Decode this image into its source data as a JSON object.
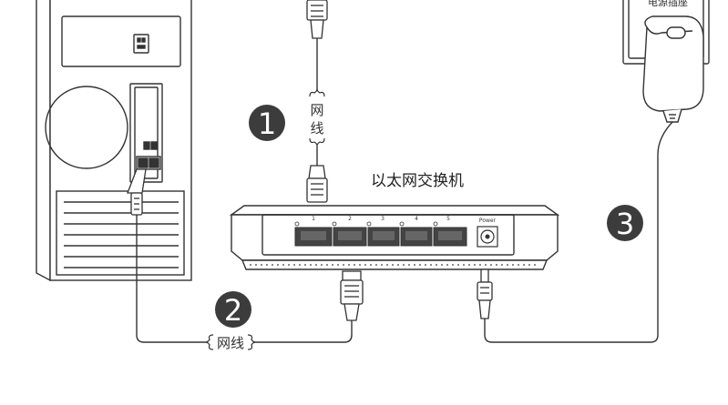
{
  "switch_label": "以太网交换机",
  "outlet_label": "电源插座",
  "cable_label_top": [
    "网",
    "线"
  ],
  "cable_label_bottom": "网线",
  "steps": [
    "1",
    "2",
    "3"
  ],
  "ports": [
    "1",
    "2",
    "3",
    "4",
    "5"
  ],
  "power_label": "Power",
  "colors": {
    "line": "#333333",
    "badge": "#3c3c3c",
    "badge_text": "#ffffff",
    "port_fill": "#444444"
  }
}
